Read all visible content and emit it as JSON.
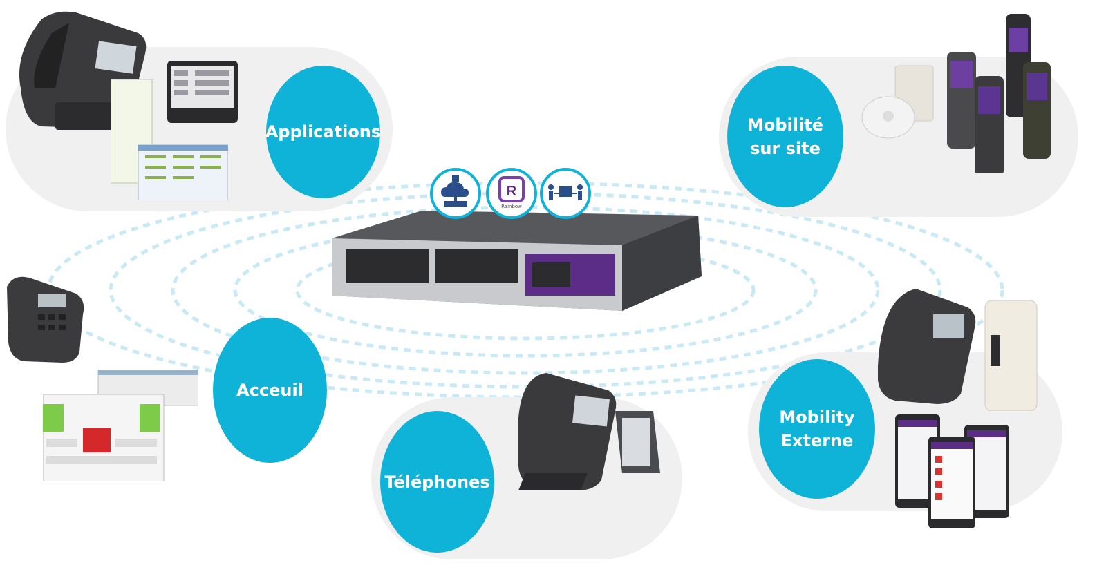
{
  "hubs": {
    "applications": {
      "label": "Applications"
    },
    "mobilite_site": {
      "line1": "Mobilité",
      "line2": "sur site"
    },
    "accueil": {
      "label": "Acceuil"
    },
    "telephones": {
      "label": "Téléphones"
    },
    "mobility_externe": {
      "line1": "Mobility",
      "line2": "Externe"
    }
  },
  "center": {
    "rainbow_label": "Rainbow"
  },
  "icons": [
    "cloud-network-icon",
    "rainbow-logo-icon",
    "person-directory-person-icon"
  ],
  "colors": {
    "accent": "#0fb3d8",
    "pill_bg": "#f0f0f1",
    "purple": "#5b2d86"
  }
}
